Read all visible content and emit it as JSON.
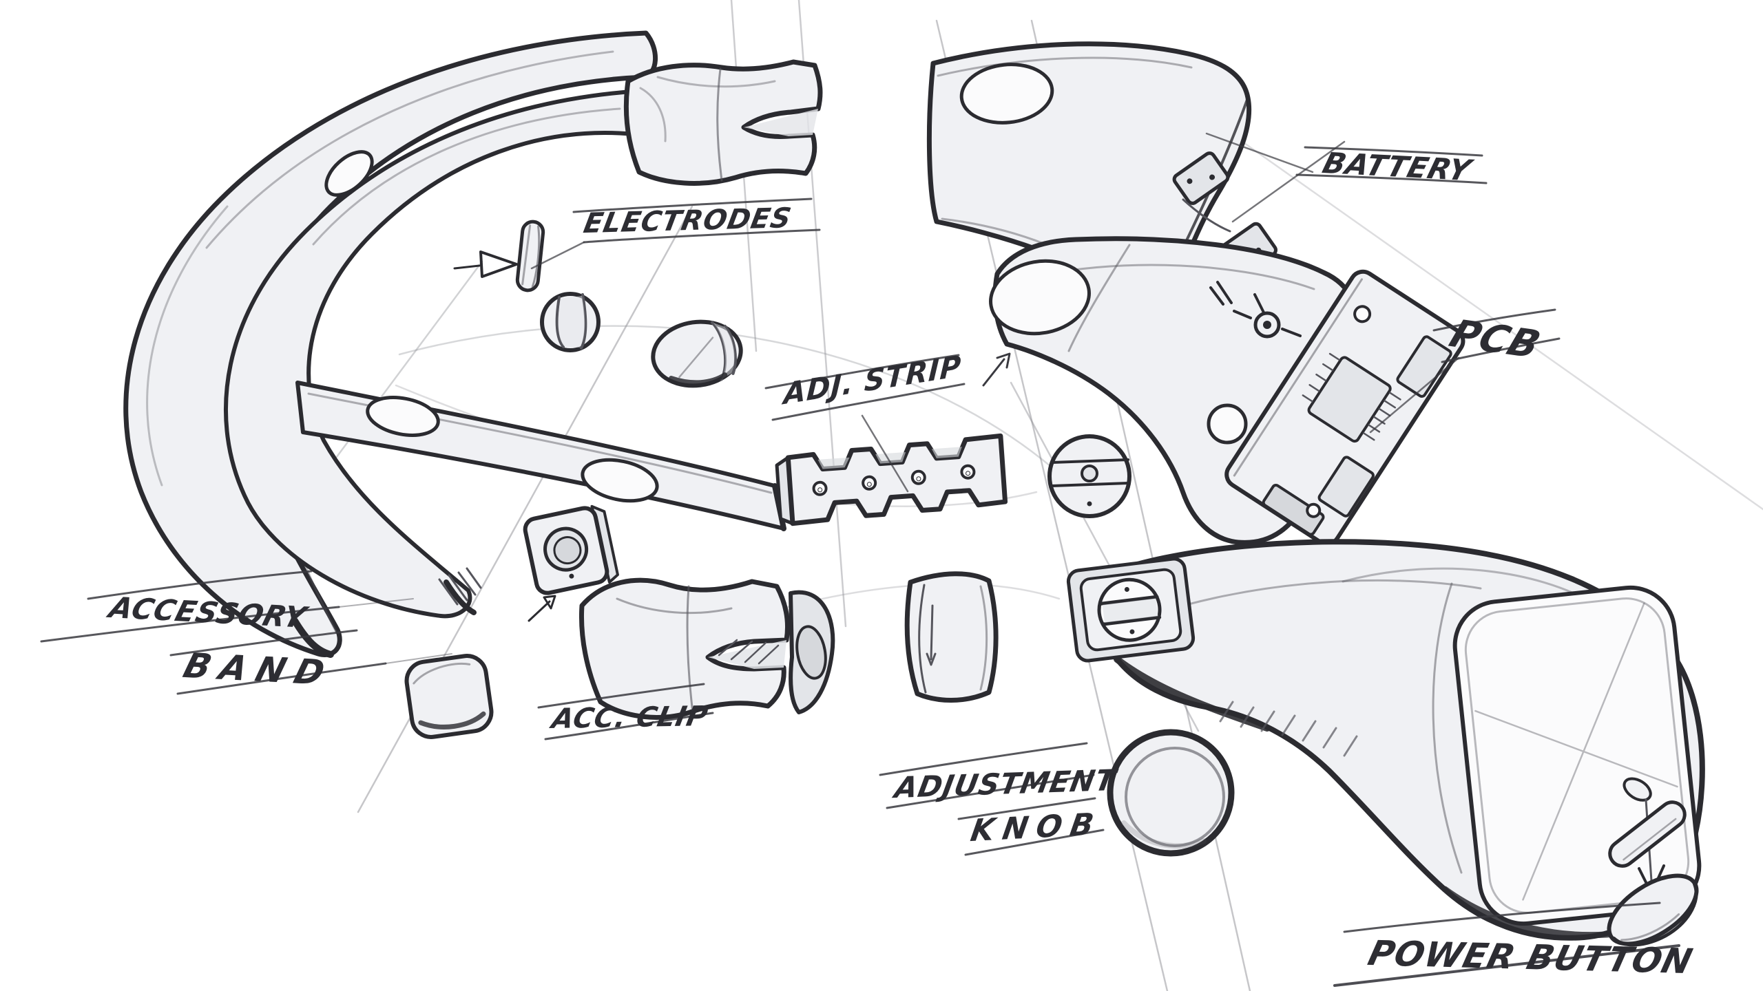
{
  "document": {
    "kind": "hand-drawn exploded-view product sketch",
    "background_color": "#ffffff",
    "ink_color": "#2b2b30",
    "pencil_color": "#8d8e94",
    "shade_color": "#e3e5e9"
  },
  "labels": {
    "electrodes": "ELECTRODES",
    "battery": "BATTERY",
    "pcb": "PCB",
    "adj_strip": "ADJ. STRIP",
    "accessory_band": [
      "ACCESSORY",
      "BAND"
    ],
    "acc_clip": "ACC. CLIP",
    "adjustment_knob": [
      "ADJUSTMENT",
      "KNOB"
    ],
    "power_button": "POWER BUTTON"
  }
}
